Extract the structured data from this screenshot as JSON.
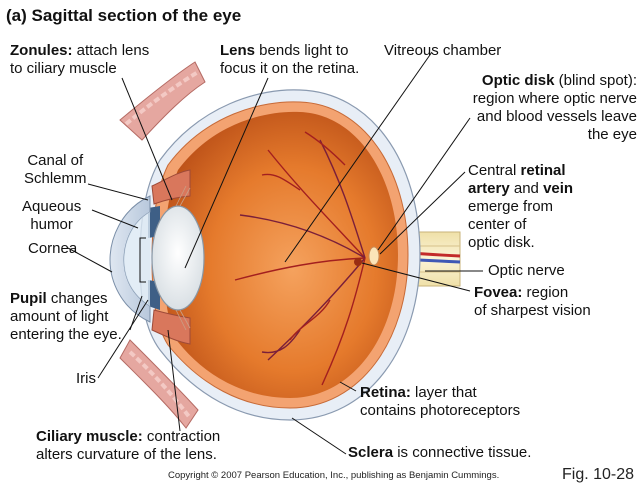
{
  "title": "(a) Sagittal section of the eye",
  "labels": {
    "zonules": {
      "bold": "Zonules:",
      "line1": " attach lens",
      "line2": "to ciliary muscle"
    },
    "lens": {
      "bold": "Lens",
      "line1": " bends light to",
      "line2": "focus it on the retina."
    },
    "vitreous": "Vitreous chamber",
    "optic_disk": {
      "bold": "Optic disk",
      "line1": " (blind spot):",
      "line2": "region where optic nerve",
      "line3": "and blood vessels leave",
      "line4": "the eye"
    },
    "canal": {
      "line1": "Canal of",
      "line2": "Schlemm"
    },
    "aqueous": {
      "line1": "Aqueous",
      "line2": "humor"
    },
    "cornea": "Cornea",
    "central": {
      "pre": "Central ",
      "bold1": "retinal",
      "bold2": "artery",
      "mid": " and ",
      "bold3": "vein",
      "line3": "emerge from",
      "line4": "center of",
      "line5": "optic disk."
    },
    "optic_nerve": "Optic nerve",
    "pupil": {
      "bold": "Pupil",
      "line1": " changes",
      "line2": "amount of light",
      "line3": "entering the eye."
    },
    "fovea": {
      "bold": "Fovea:",
      "line1": " region",
      "line2": "of sharpest vision"
    },
    "iris": "Iris",
    "retina": {
      "bold": "Retina:",
      "line1": " layer that",
      "line2": "contains photoreceptors"
    },
    "ciliary": {
      "bold": "Ciliary muscle:",
      "line1": " contraction",
      "line2": "alters curvature of the lens."
    },
    "sclera": {
      "bold": "Sclera",
      "line1": " is connective tissue."
    }
  },
  "copyright": "Copyright © 2007 Pearson Education, Inc., publishing as Benjamin Cummings.",
  "figure_number": "Fig. 10-28",
  "colors": {
    "eye_interior": "#e8762a",
    "eye_interior_light": "#f4a66a",
    "sclera": "#e6edf5",
    "retina_layer": "#f1a06a",
    "nerve": "#f6e7b8",
    "lens": "#f4f4f0",
    "iris_blue": "#3e5f86",
    "vessel": "#b42a2a"
  }
}
